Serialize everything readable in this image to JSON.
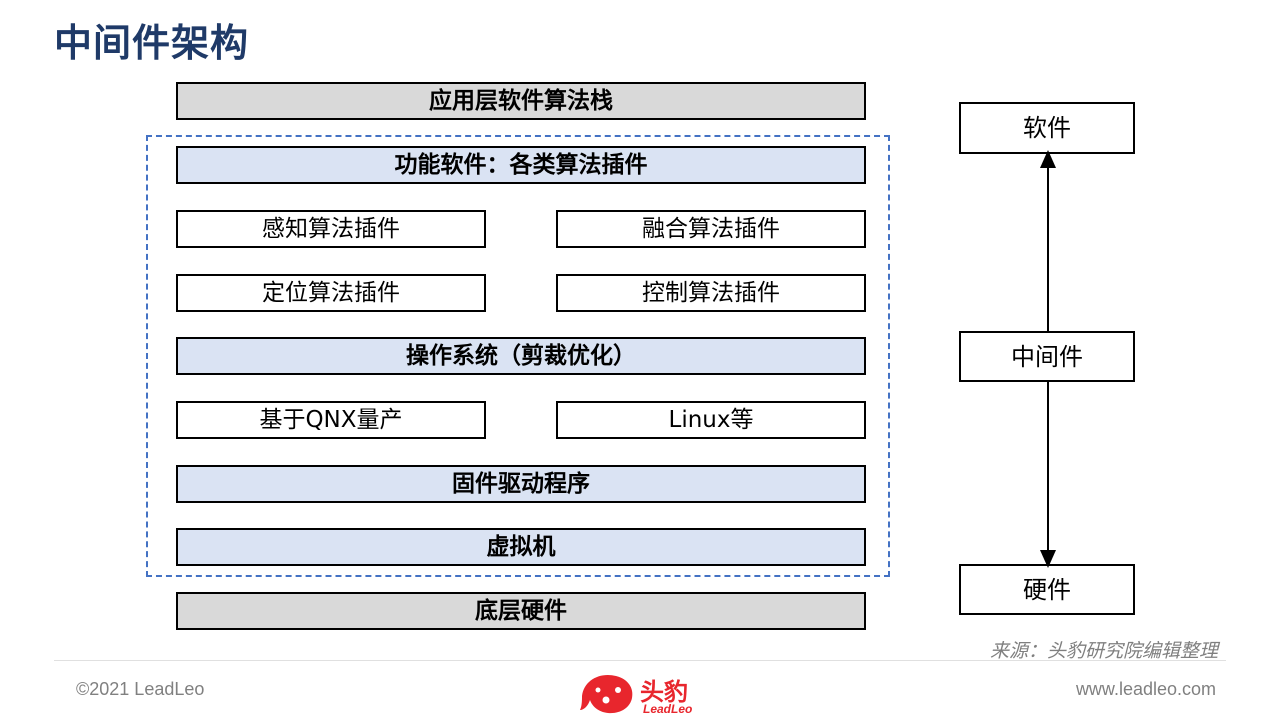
{
  "title": "中间件架构",
  "stack": {
    "app_layer": "应用层软件算法栈",
    "functional_software": "功能软件：各类算法插件",
    "plugins": {
      "perception": "感知算法插件",
      "fusion": "融合算法插件",
      "localization": "定位算法插件",
      "control": "控制算法插件"
    },
    "os": "操作系统（剪裁优化）",
    "os_options": {
      "qnx": "基于QNX量产",
      "linux": "Linux等"
    },
    "firmware": "固件驱动程序",
    "vm": "虚拟机",
    "hardware_layer": "底层硬件"
  },
  "side": {
    "software": "软件",
    "middleware": "中间件",
    "hardware": "硬件"
  },
  "source": "来源：头豹研究院编辑整理",
  "footer": {
    "copyright": "©2021 LeadLeo",
    "website": "www.leadleo.com",
    "logo_cn": "头豹",
    "logo_en": "LeadLeo"
  },
  "colors": {
    "title": "#1f3a68",
    "gray_box": "#d9d9d9",
    "blue_box": "#dae3f3",
    "dashed_border": "#4472c4",
    "logo_red": "#e8262d"
  }
}
